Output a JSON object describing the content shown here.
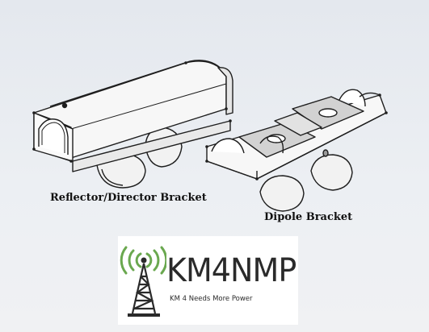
{
  "captions": {
    "reflector_director": "Reflector/Director Bracket",
    "dipole": "Dipole Bracket"
  },
  "logo": {
    "title": "KM4NMP",
    "tagline": "KM 4 Needs More Power",
    "accent_color": "#6aa84f",
    "icon": "radio-tower-icon"
  },
  "colors": {
    "part_fill": "#f7f7f7",
    "part_shade": "#d9dbde",
    "top_face": "#d2d2d2",
    "edge": "#1e1e1e"
  }
}
